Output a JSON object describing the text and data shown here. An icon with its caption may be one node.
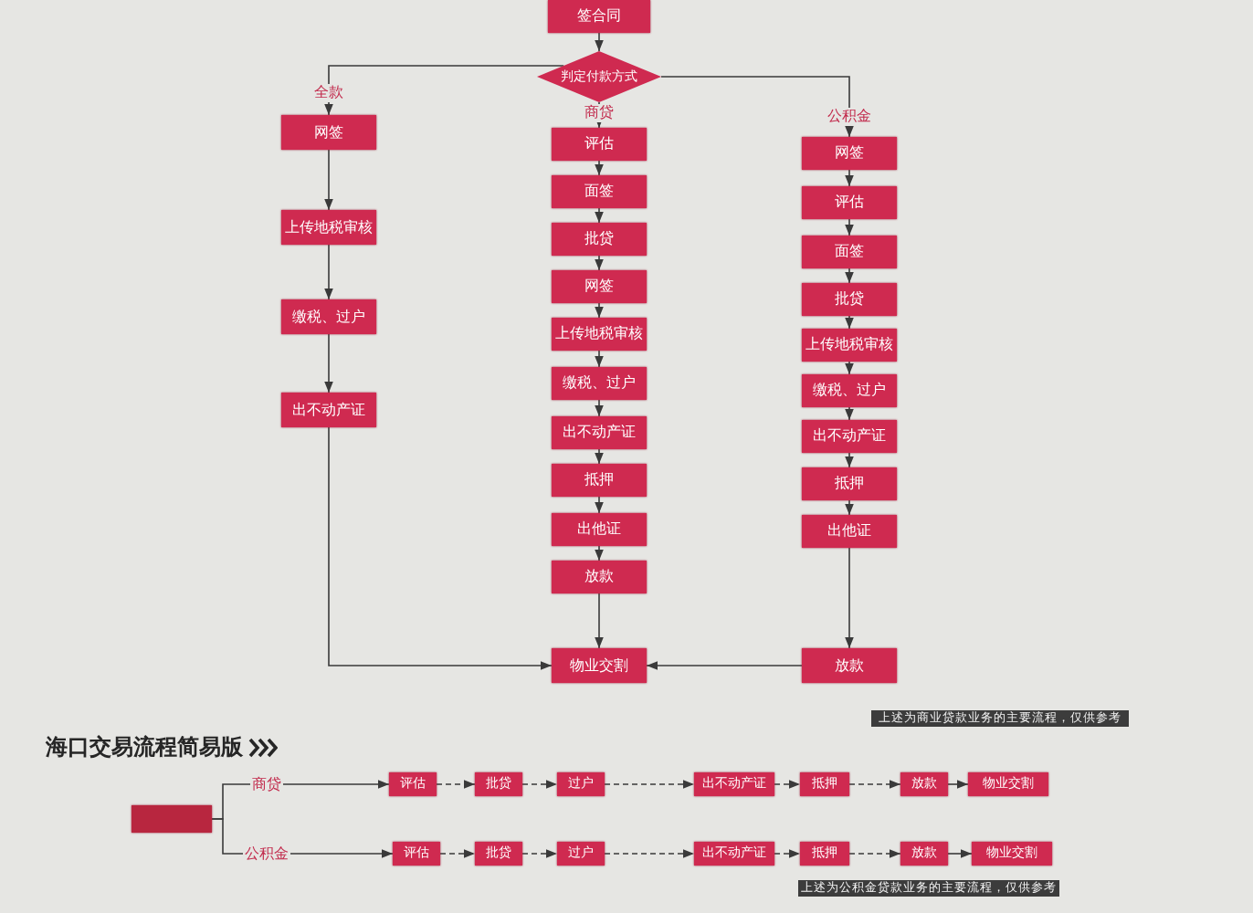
{
  "diagram": {
    "nodes": [
      {
        "text": [
          "签合同"
        ]
      },
      {
        "text": [
          "判定付款方式"
        ]
      },
      {
        "text": [
          "网签"
        ]
      },
      {
        "text": [
          "上传地税审核"
        ]
      },
      {
        "text": [
          "缴税、过户"
        ]
      },
      {
        "text": [
          "出不动产证"
        ]
      },
      {
        "text": [
          "评估"
        ]
      },
      {
        "text": [
          "面签"
        ]
      },
      {
        "text": [
          "批贷"
        ]
      },
      {
        "text": [
          "网签"
        ]
      },
      {
        "text": [
          "上传地税审核"
        ]
      },
      {
        "text": [
          "缴税、过户"
        ]
      },
      {
        "text": [
          "出不动产证"
        ]
      },
      {
        "text": [
          "抵押"
        ]
      },
      {
        "text": [
          "出他证"
        ]
      },
      {
        "text": [
          "放款"
        ]
      },
      {
        "text": [
          "网签"
        ]
      },
      {
        "text": [
          "评估"
        ]
      },
      {
        "text": [
          "面签"
        ]
      },
      {
        "text": [
          "批贷"
        ]
      },
      {
        "text": [
          "上传地税审核"
        ]
      },
      {
        "text": [
          "缴税、过户"
        ]
      },
      {
        "text": [
          "出不动产证"
        ]
      },
      {
        "text": [
          "抵押"
        ]
      },
      {
        "text": [
          "出他证"
        ]
      },
      {
        "text": [
          "放款"
        ]
      },
      {
        "text": [
          "物业交割"
        ]
      },
      {
        "text": [],
        "shape": "box"
      },
      {
        "text": [
          "评估"
        ]
      },
      {
        "text": [
          "批贷"
        ]
      },
      {
        "text": [
          "过户"
        ]
      },
      {
        "text": [
          "出不动产证"
        ]
      },
      {
        "text": [
          "抵押"
        ]
      },
      {
        "text": [
          "放款"
        ]
      },
      {
        "text": [
          "物业交割"
        ]
      },
      {
        "text": [
          "评估"
        ]
      },
      {
        "text": [
          "批贷"
        ]
      },
      {
        "text": [
          "过户"
        ]
      },
      {
        "text": [
          "出不动产证"
        ]
      },
      {
        "text": [
          "抵押"
        ]
      },
      {
        "text": [
          "放款"
        ]
      },
      {
        "text": [
          "物业交割"
        ]
      }
    ],
    "edges": [
      {
        "from": 0,
        "to": 1,
        "arrow": "to"
      },
      {
        "from": 1,
        "to": 2,
        "arrow": "to",
        "label": "全款"
      },
      {
        "from": 2,
        "to": 3,
        "arrow": "to"
      },
      {
        "from": 3,
        "to": 4,
        "arrow": "to"
      },
      {
        "from": 4,
        "to": 5,
        "arrow": "to"
      },
      {
        "from": 5,
        "to": 26,
        "arrow": "to"
      },
      {
        "from": 1,
        "to": 6,
        "arrow": "to",
        "label": "商贷"
      },
      {
        "from": 6,
        "to": 7,
        "arrow": "to"
      },
      {
        "from": 7,
        "to": 8,
        "arrow": "to"
      },
      {
        "from": 8,
        "to": 9,
        "arrow": "to"
      },
      {
        "from": 9,
        "to": 10,
        "arrow": "to"
      },
      {
        "from": 10,
        "to": 11,
        "arrow": "to"
      },
      {
        "from": 11,
        "to": 12,
        "arrow": "to"
      },
      {
        "from": 12,
        "to": 13,
        "arrow": "to"
      },
      {
        "from": 13,
        "to": 14,
        "arrow": "to"
      },
      {
        "from": 14,
        "to": 15,
        "arrow": "to"
      },
      {
        "from": 15,
        "to": 26,
        "arrow": "to"
      },
      {
        "from": 1,
        "to": 16,
        "arrow": "to",
        "label": "公积金"
      },
      {
        "from": 16,
        "to": 17,
        "arrow": "to"
      },
      {
        "from": 17,
        "to": 18,
        "arrow": "to"
      },
      {
        "from": 18,
        "to": 19,
        "arrow": "to"
      },
      {
        "from": 19,
        "to": 20,
        "arrow": "to"
      },
      {
        "from": 20,
        "to": 21,
        "arrow": "to"
      },
      {
        "from": 21,
        "to": 22,
        "arrow": "to"
      },
      {
        "from": 22,
        "to": 23,
        "arrow": "to"
      },
      {
        "from": 23,
        "to": 24,
        "arrow": "to"
      },
      {
        "from": 24,
        "to": 25,
        "arrow": "to"
      },
      {
        "from": 25,
        "to": 26,
        "arrow": "to"
      },
      {
        "from": 27,
        "to": 28,
        "arrow": "to",
        "label": "商贷"
      },
      {
        "from": 28,
        "to": 29,
        "arrow": "to",
        "style": "dashed"
      },
      {
        "from": 29,
        "to": 30,
        "arrow": "to",
        "style": "dashed"
      },
      {
        "from": 30,
        "to": 31,
        "arrow": "to",
        "style": "dashed"
      },
      {
        "from": 31,
        "to": 32,
        "arrow": "to",
        "style": "dashed"
      },
      {
        "from": 32,
        "to": 33,
        "arrow": "to",
        "style": "dashed"
      },
      {
        "from": 33,
        "to": 34,
        "arrow": "to"
      },
      {
        "from": 27,
        "to": 35,
        "arrow": "to",
        "label": "公积金"
      },
      {
        "from": 35,
        "to": 36,
        "arrow": "to",
        "style": "dashed"
      },
      {
        "from": 36,
        "to": 37,
        "arrow": "to",
        "style": "dashed"
      },
      {
        "from": 37,
        "to": 38,
        "arrow": "to",
        "style": "dashed"
      },
      {
        "from": 38,
        "to": 39,
        "arrow": "to",
        "style": "dashed"
      },
      {
        "from": 39,
        "to": 40,
        "arrow": "to",
        "style": "dashed"
      },
      {
        "from": 40,
        "to": 41,
        "arrow": "to"
      }
    ],
    "labels": [
      "上述为商业贷款业务的主要流程，仅供参考",
      "海口交易流程简易版",
      "上述为公积金贷款业务的主要流程，仅供参考"
    ]
  }
}
